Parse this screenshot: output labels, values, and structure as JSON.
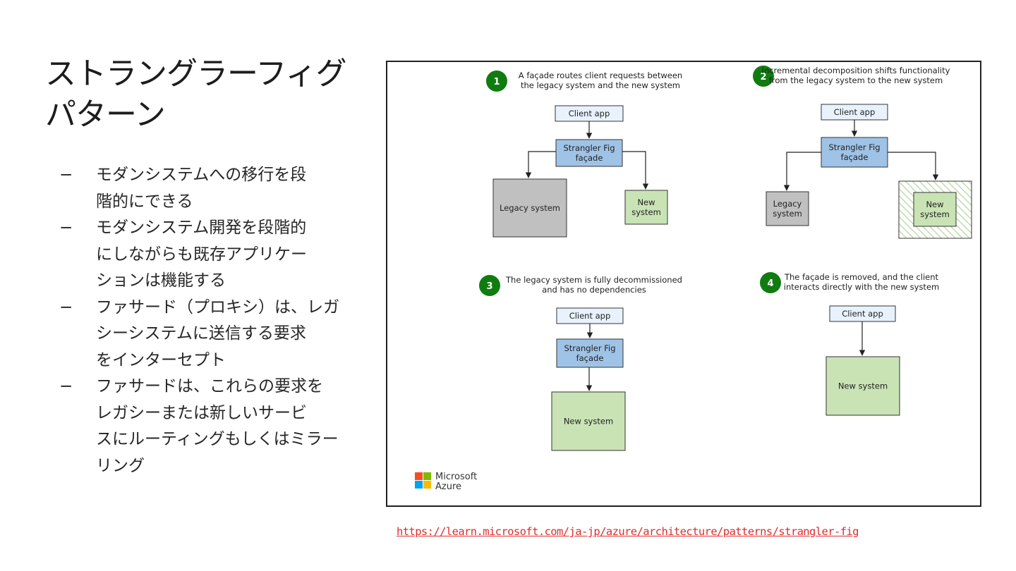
{
  "slide": {
    "title_lines": [
      "ストラングラーフィグ",
      "パターン"
    ],
    "bullets": [
      {
        "dash": "−",
        "lines": [
          "モダンシステムへの移行を段",
          "階的にできる"
        ]
      },
      {
        "dash": "−",
        "lines": [
          "モダンシステム開発を段階的",
          "にしながらも既存アプリケー",
          "ションは機能する"
        ]
      },
      {
        "dash": "−",
        "lines": [
          "ファサード（プロキシ）は、レガ",
          "シーシステムに送信する要求",
          "をインターセプト"
        ]
      },
      {
        "dash": "−",
        "lines": [
          "ファサードは、これらの要求を",
          "レガシーまたは新しいサービ",
          "スにルーティングもしくはミラー",
          "リング"
        ]
      }
    ],
    "link": "https://learn.microsoft.com/ja-jp/azure/architecture/patterns/strangler-fig"
  },
  "diagram": {
    "colors": {
      "step": "#107c10",
      "client": "#e8f2fc",
      "facade": "#9fc3e7",
      "legacy": "#c0c0c0",
      "new": "#c9e3b5",
      "border": "#333333"
    },
    "steps": [
      {
        "number": "1",
        "caption": [
          "A façade routes client requests between",
          "the legacy system and the new system"
        ],
        "client": "Client app",
        "facade": [
          "Strangler Fig",
          "façade"
        ],
        "legacy": [
          "Legacy system"
        ],
        "new": [
          "New",
          "system"
        ]
      },
      {
        "number": "2",
        "caption": [
          "Incremental decomposition shifts functionality",
          "from the legacy system to the new system"
        ],
        "client": "Client app",
        "facade": [
          "Strangler Fig",
          "façade"
        ],
        "legacy": [
          "Legacy",
          "system"
        ],
        "new": [
          "New",
          "system"
        ]
      },
      {
        "number": "3",
        "caption": [
          "The legacy system is fully decommissioned",
          "and has no dependencies"
        ],
        "client": "Client app",
        "facade": [
          "Strangler Fig",
          "façade"
        ],
        "new": [
          "New system"
        ]
      },
      {
        "number": "4",
        "caption": [
          "The façade is removed, and the client",
          "interacts directly with the new system"
        ],
        "client": "Client app",
        "new": [
          "New system"
        ]
      }
    ],
    "logo": {
      "name": "microsoft-logo-icon",
      "lines": [
        "Microsoft",
        "Azure"
      ],
      "colors": [
        "#f25022",
        "#7fba00",
        "#00a4ef",
        "#ffb900"
      ]
    }
  }
}
